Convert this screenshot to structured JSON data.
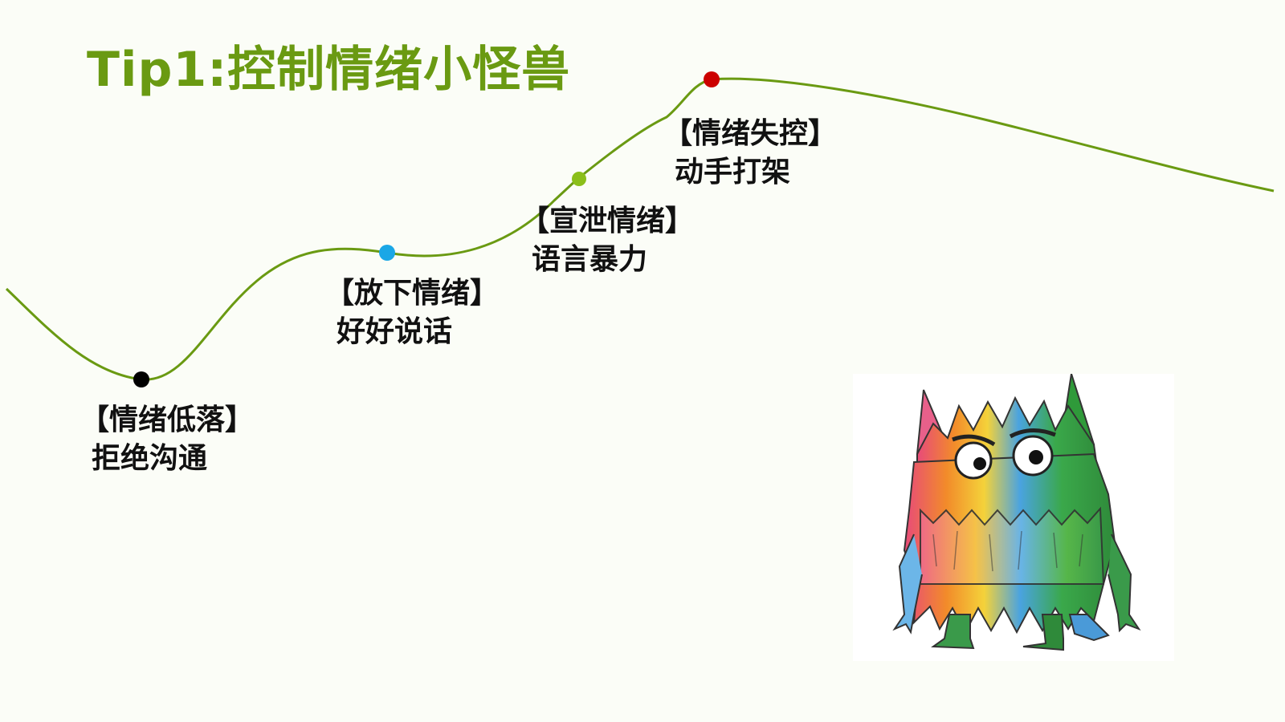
{
  "title": "Tip1:控制情绪小怪兽",
  "colors": {
    "title": "#6a9a12",
    "curve": "#6a9a12"
  },
  "points": [
    {
      "id": "low",
      "heading": "【情绪低落】",
      "detail": "拒绝沟通",
      "dot_color": "#000000"
    },
    {
      "id": "release",
      "heading": "【放下情绪】",
      "detail": "好好说话",
      "dot_color": "#1aa7e6"
    },
    {
      "id": "vent",
      "heading": "【宣泄情绪】",
      "detail": "语言暴力",
      "dot_color": "#8bbf1a"
    },
    {
      "id": "lose-control",
      "heading": "【情绪失控】",
      "detail": "动手打架",
      "dot_color": "#cc0000"
    }
  ],
  "illustration": "color-monster-illustration"
}
